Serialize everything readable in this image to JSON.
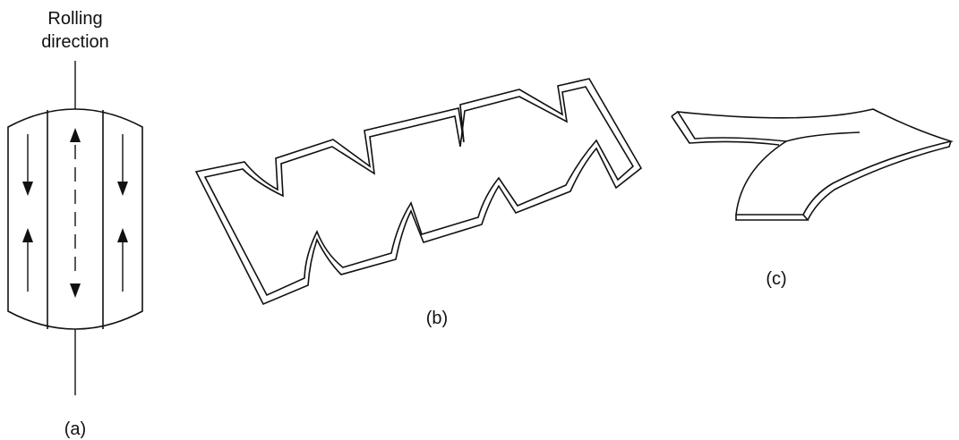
{
  "labels": {
    "rolling_direction_line1": "Rolling",
    "rolling_direction_line2": "direction",
    "part_a": "(a)",
    "part_b": "(b)",
    "part_c": "(c)"
  },
  "colors": {
    "ink": "#111111",
    "background": "#ffffff"
  },
  "figures": {
    "a": {
      "description_icons": [
        "up-arrow-icon",
        "down-arrow-icon"
      ],
      "strips": 3
    }
  }
}
